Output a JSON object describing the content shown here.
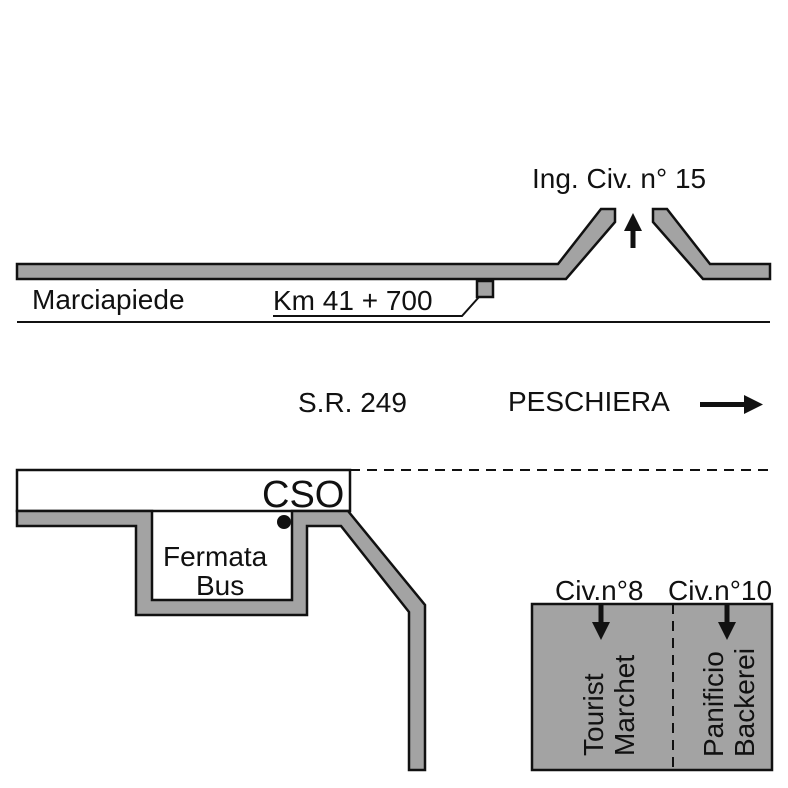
{
  "colors": {
    "fill": "#a3a3a3",
    "ink": "#111111",
    "background": "#ffffff"
  },
  "top_side": {
    "entrance_label": "Ing. Civ. n° 15",
    "sidewalk_label": "Marciapiede",
    "milestone_label": "Km 41 + 700"
  },
  "road": {
    "name": "S.R. 249",
    "direction": "PESCHIERA"
  },
  "bottom_side": {
    "cso_label": "CSO",
    "bus_stop": [
      "Fermata",
      "Bus"
    ],
    "buildings": [
      {
        "number": "Civ.n°8",
        "name": [
          "Tourist",
          "Marchet"
        ]
      },
      {
        "number": "Civ.n°10",
        "name": [
          "Panificio",
          "Backerei"
        ]
      }
    ]
  }
}
